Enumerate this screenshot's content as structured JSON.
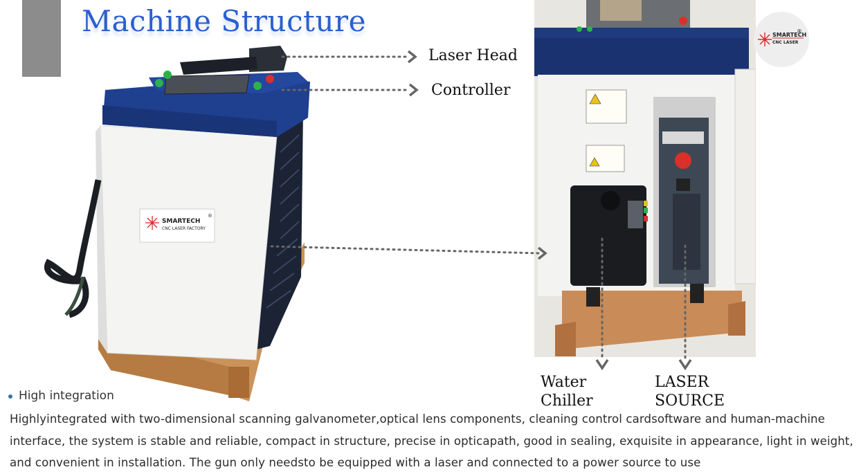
{
  "header": {
    "title": "Machine Structure"
  },
  "callouts": {
    "laser_head": "Laser Head",
    "controller": "Controller",
    "water_chiller_line1": "Water",
    "water_chiller_line2": "Chiller",
    "laser_source_line1": "LASER",
    "laser_source_line2": "SOURCE"
  },
  "logo": {
    "brand": "SMARTECH",
    "sub": "CNC LASER",
    "reg": "®"
  },
  "machine_label": {
    "brand": "SMARTECH",
    "sub": "CNC LASER FACTORY",
    "reg": "®"
  },
  "feature": {
    "title": "High integration",
    "description": "Highlyintegrated with two-dimensional scanning galvanometer,optical lens components, cleaning control cardsoftware and human-machine interface, the system is stable and reliable, compact in structure, precise in opticapath, good in sealing, exquisite in appearance, light in weight, and convenient in installation. The gun only needsto be equipped with a laser and connected to a power source to use"
  },
  "colors": {
    "title": "#2a5fd0",
    "machine_blue": "#1f3f8f",
    "accent_gray": "#8c8c8c",
    "logo_red": "#d42a2a"
  }
}
